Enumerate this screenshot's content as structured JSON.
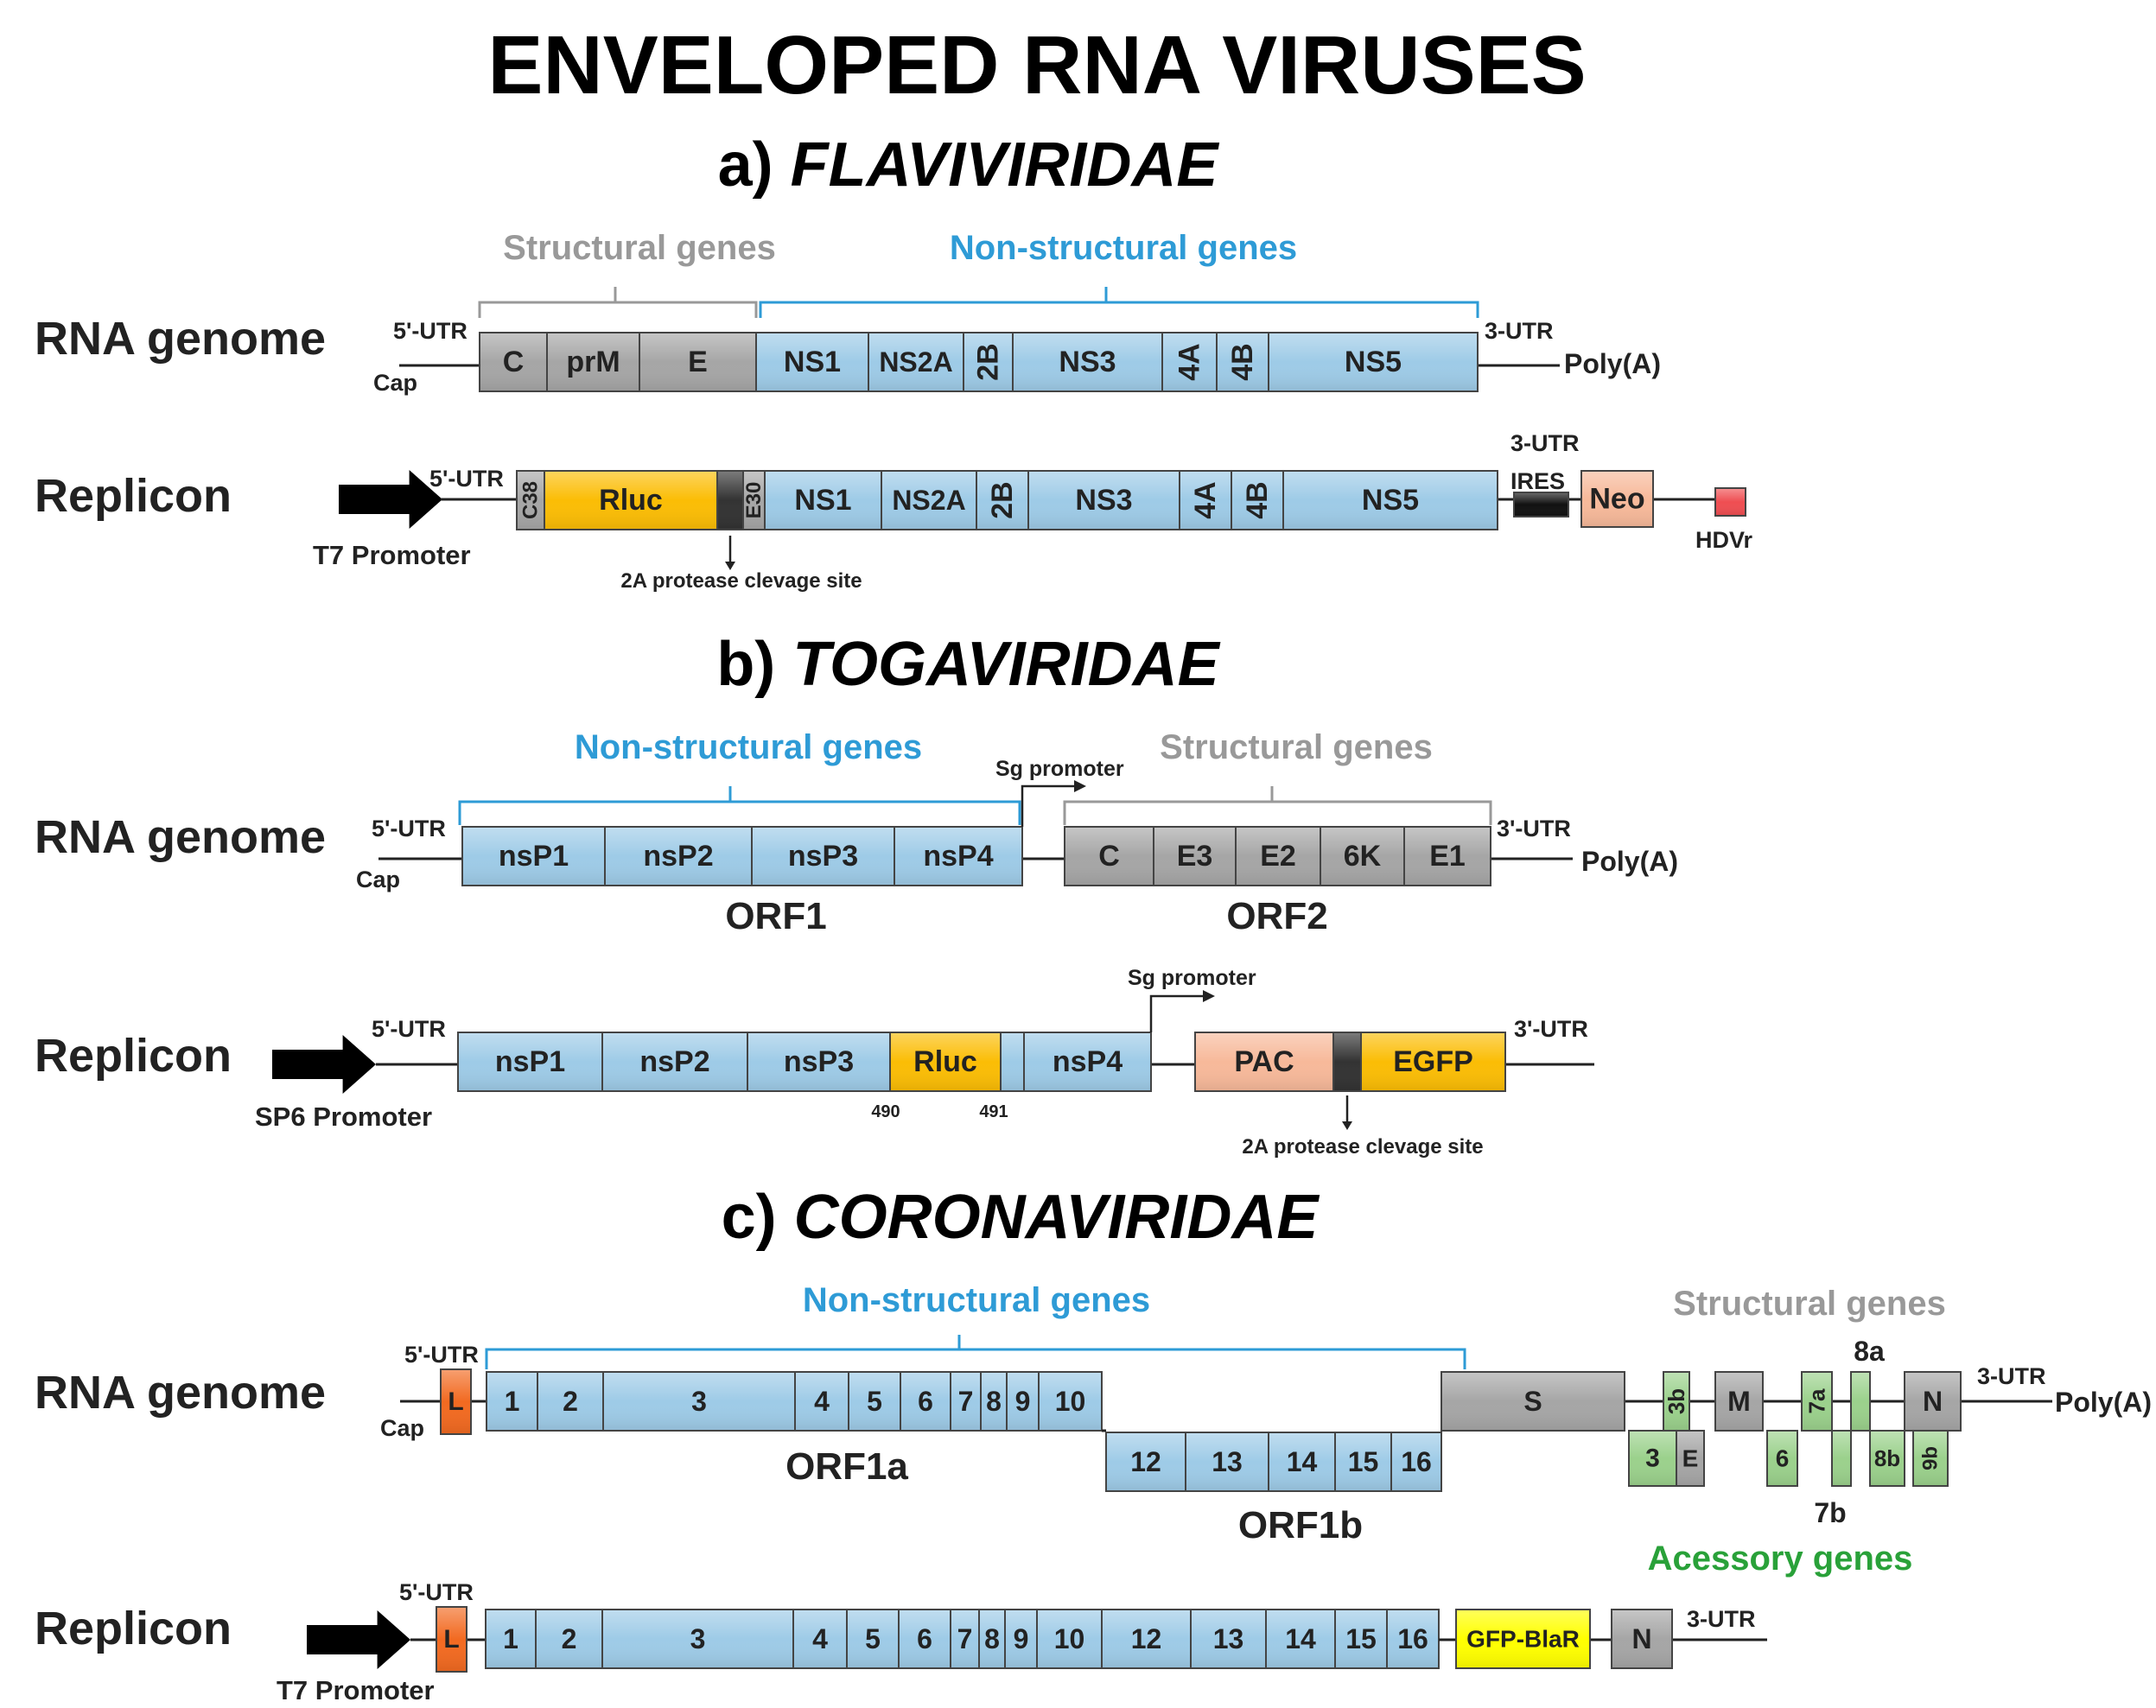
{
  "title": "ENVELOPED RNA VIRUSES",
  "colors": {
    "blue": "#9ecbe7",
    "gray": "#a6a6a6",
    "gold": "#fbbd05",
    "salmon": "#f7b99a",
    "orange": "#f26a21",
    "green": "#9bd18c",
    "yellow": "#ffff00",
    "red": "#ef4e52",
    "dark": "#333333",
    "blueText": "#2e9bd6",
    "grayText": "#999999",
    "greenText": "#29a139"
  },
  "a": {
    "heading_prefix": "a) ",
    "heading_name": "FLAVIVIRIDAE",
    "structural_label": "Structural genes",
    "nonstructural_label": "Non-structural genes",
    "genome_label": "RNA genome",
    "replicon_label": "Replicon",
    "genome": {
      "utr5": "5'-UTR",
      "cap": "Cap",
      "utr3": "3-UTR",
      "polya": "Poly(A)",
      "genes": [
        "C",
        "prM",
        "E",
        "NS1",
        "NS2A",
        "2B",
        "NS3",
        "4A",
        "4B",
        "NS5"
      ]
    },
    "replicon": {
      "promoter": "T7 Promoter",
      "utr5": "5'-UTR",
      "genes": [
        "C38",
        "Rluc",
        "E30",
        "NS1",
        "NS2A",
        "2B",
        "NS3",
        "4A",
        "4B",
        "NS5"
      ],
      "utr3": "3-UTR",
      "ires": "IRES",
      "neo": "Neo",
      "hdvr": "HDVr",
      "cleavage": "2A protease clevage site"
    }
  },
  "b": {
    "heading_prefix": "b) ",
    "heading_name": "TOGAVIRIDAE",
    "nonstructural_label": "Non-structural genes",
    "structural_label": "Structural genes",
    "genome_label": "RNA genome",
    "replicon_label": "Replicon",
    "genome": {
      "utr5": "5'-UTR",
      "cap": "Cap",
      "sg": "Sg promoter",
      "utr3": "3'-UTR",
      "polya": "Poly(A)",
      "orf1_genes": [
        "nsP1",
        "nsP2",
        "nsP3",
        "nsP4"
      ],
      "orf2_genes": [
        "C",
        "E3",
        "E2",
        "6K",
        "E1"
      ],
      "orf1": "ORF1",
      "orf2": "ORF2"
    },
    "replicon": {
      "promoter": "SP6 Promoter",
      "utr5": "5'-UTR",
      "genes": [
        "nsP1",
        "nsP2",
        "nsP3",
        "Rluc",
        "nsP4"
      ],
      "pos1": "490",
      "pos2": "491",
      "sg": "Sg promoter",
      "pac": "PAC",
      "egfp": "EGFP",
      "utr3": "3'-UTR",
      "cleavage": "2A protease clevage site"
    }
  },
  "c": {
    "heading_prefix": "c) ",
    "heading_name": "CORONAVIRIDAE",
    "nonstructural_label": "Non-structural genes",
    "structural_label": "Structural genes",
    "accessory_label": "Acessory genes",
    "genome_label": "RNA genome",
    "replicon_label": "Replicon",
    "genome": {
      "utr5": "5'-UTR",
      "cap": "Cap",
      "leader": "L",
      "orf1a_genes": [
        "1",
        "2",
        "3",
        "4",
        "5",
        "6",
        "7",
        "8",
        "9",
        "10"
      ],
      "orf1b_genes": [
        "12",
        "13",
        "14",
        "15",
        "16"
      ],
      "orf1a": "ORF1a",
      "orf1b": "ORF1b",
      "s": "S",
      "g3b": "3b",
      "g3": "3",
      "e": "E",
      "m": "M",
      "g6": "6",
      "g7a": "7a",
      "g7b": "7b",
      "g8a": "8a",
      "g8b": "8b",
      "g9b": "9b",
      "n": "N",
      "utr3": "3-UTR",
      "polya": "Poly(A)"
    },
    "replicon": {
      "promoter": "T7 Promoter",
      "utr5": "5'-UTR",
      "leader": "L",
      "genes": [
        "1",
        "2",
        "3",
        "4",
        "5",
        "6",
        "7",
        "8",
        "9",
        "10",
        "12",
        "13",
        "14",
        "15",
        "16"
      ],
      "gfp": "GFP-BlaR",
      "n": "N",
      "utr3": "3-UTR"
    }
  }
}
